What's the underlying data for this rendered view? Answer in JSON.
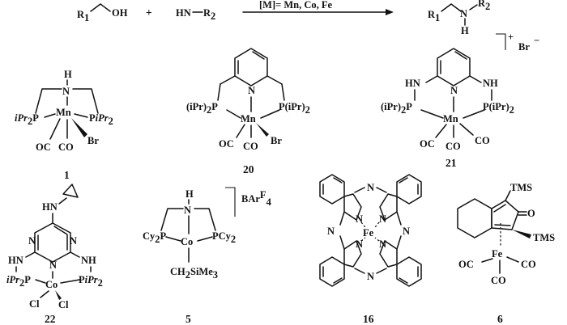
{
  "reaction": {
    "reactant_alcohol": {
      "r": "R",
      "r_sub": "1",
      "oh": "OH"
    },
    "plus": "+",
    "reactant_amine": {
      "hn": "HN",
      "r": "R",
      "r_sub": "2"
    },
    "catalyst_label": "[M]= Mn, Co, Fe",
    "product": {
      "r1": "R",
      "r1_sub": "1",
      "n": "N",
      "r2": "R",
      "r2_sub": "2",
      "h": "H"
    }
  },
  "complexes": [
    {
      "id": "1",
      "labels": {
        "h": "H",
        "n": "N",
        "p_left": "iPr",
        "p_left_sub": "2",
        "p_left_p": "P",
        "mn": "Mn",
        "p_right": "P",
        "p_right_ipr": "iPr",
        "p_right_sub": "2",
        "oc": "OC",
        "co": "CO",
        "br": "Br"
      }
    },
    {
      "id": "20",
      "labels": {
        "n": "N",
        "p_left": "(iPr)",
        "p_left_sub": "2",
        "p_left_p": "P",
        "mn": "Mn",
        "p_right": "P(iPr)",
        "p_right_sub": "2",
        "oc": "OC",
        "co": "CO",
        "br": "Br"
      }
    },
    {
      "id": "21",
      "labels": {
        "hn_left": "HN",
        "hn_right": "NH",
        "n": "N",
        "p_left": "(iPr)",
        "p_left_sub": "2",
        "p_left_p": "P",
        "mn": "Mn",
        "p_right": "P(iPr)",
        "p_right_sub": "2",
        "oc": "OC",
        "co1": "CO",
        "co2": "CO",
        "charge": "+",
        "counterion": "Br",
        "counterion_charge": "−"
      }
    },
    {
      "id": "22",
      "labels": {
        "hn_top": "HN",
        "n1": "N",
        "n2": "N",
        "n3": "N",
        "hn_left": "HN",
        "nh_right": "NH",
        "p_left": "iPr",
        "p_left_sub": "2",
        "p_left_p": "P",
        "co": "Co",
        "p_right": "P",
        "p_right_ipr": "iPr",
        "p_right_sub": "2",
        "cl1": "Cl",
        "cl2": "Cl"
      }
    },
    {
      "id": "5",
      "labels": {
        "h": "H",
        "n": "N",
        "p_left": "Cy",
        "p_left_sub": "2",
        "p_left_p": "P",
        "co": "Co",
        "p_right": "PCy",
        "p_right_sub": "2",
        "ch2": "CH",
        "ch2_sub": "2",
        "sime3": "SiMe",
        "sime3_sub": "3",
        "counterion": "BAr",
        "counterion_sup": "F",
        "counterion_sub": "4"
      }
    },
    {
      "id": "16",
      "labels": {
        "fe": "Fe",
        "n_meso": "N",
        "n_inner": "N"
      }
    },
    {
      "id": "6",
      "labels": {
        "tms1": "TMS",
        "tms2": "TMS",
        "o": "O",
        "fe": "Fe",
        "oc": "OC",
        "co1": "CO",
        "co2": "CO"
      }
    }
  ]
}
